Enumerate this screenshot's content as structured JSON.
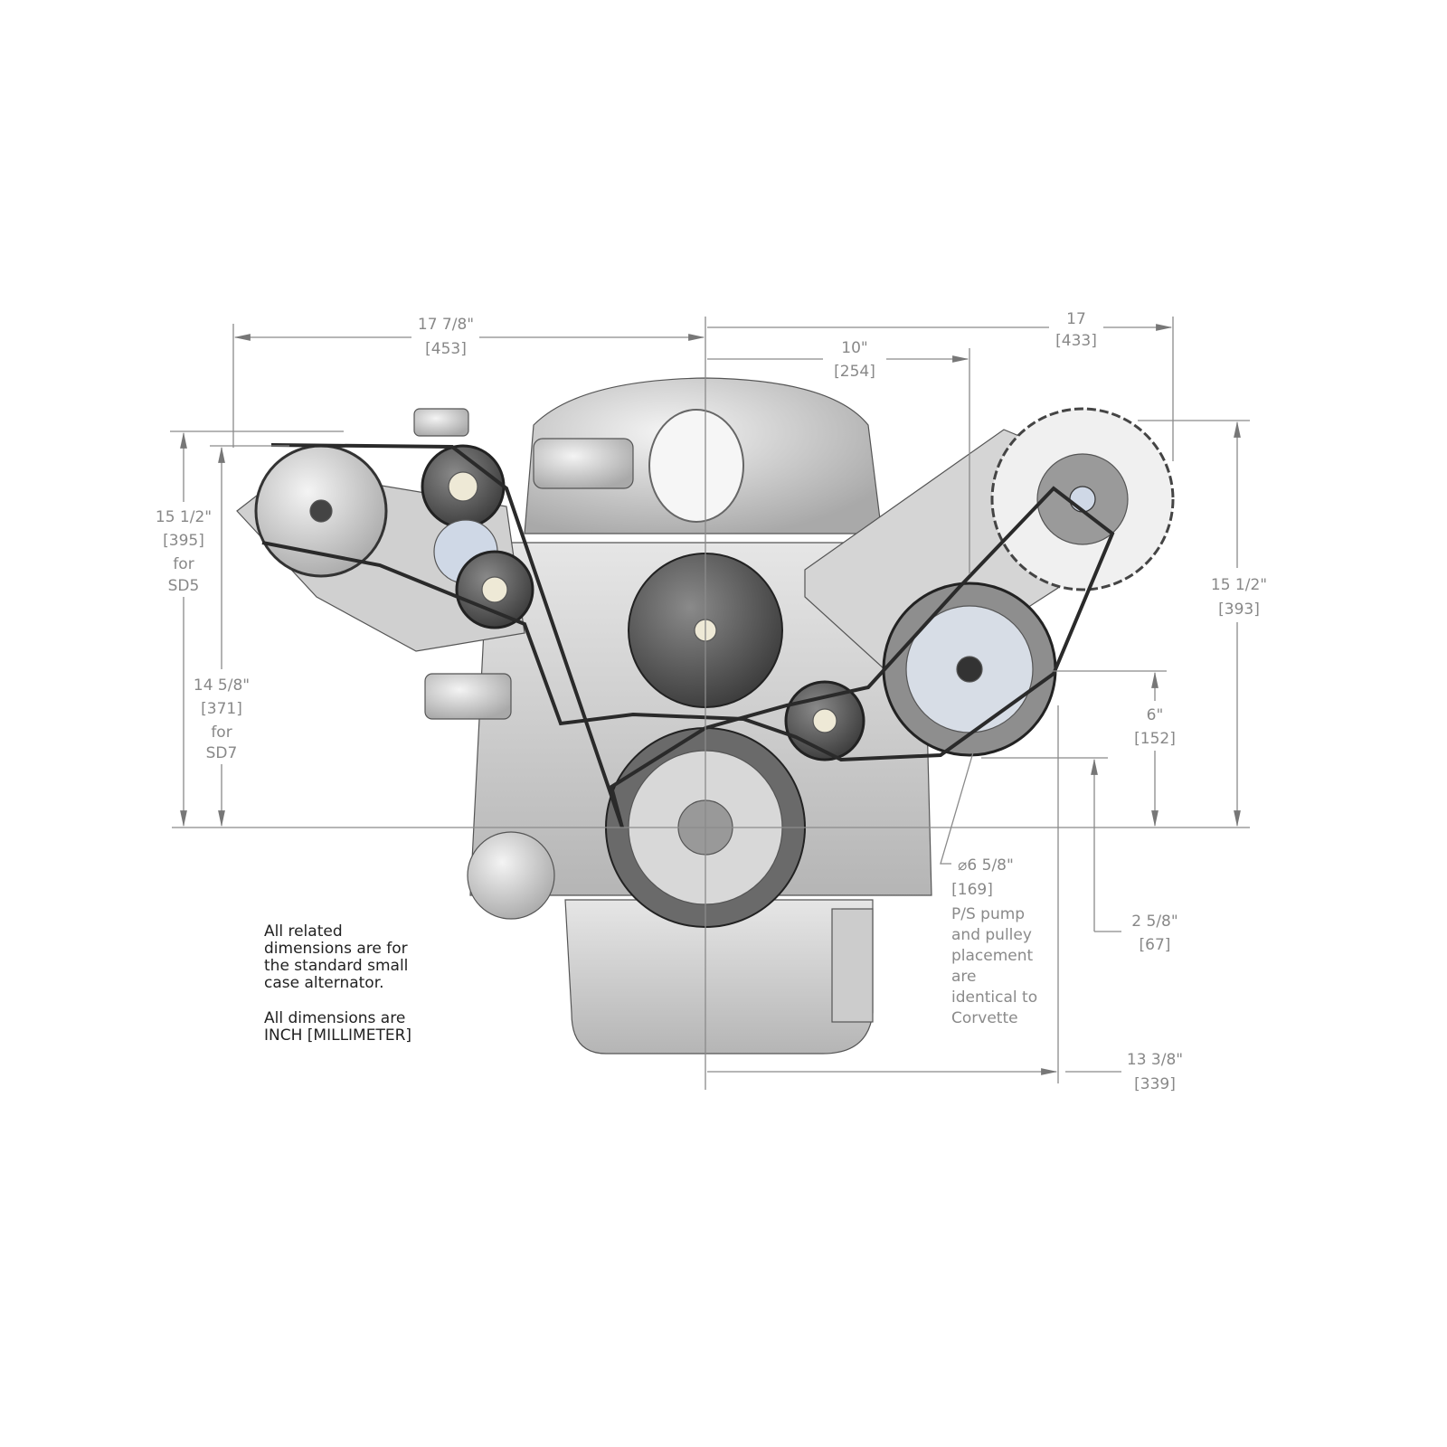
{
  "dimensions": {
    "overall_left_width": {
      "inch": "17 7/8\"",
      "mm": "[453]"
    },
    "overall_right_width": {
      "inch": "17",
      "mm": "[433]"
    },
    "center_to_bracket": {
      "inch": "10\"",
      "mm": "[254]"
    },
    "height_sd5": {
      "inch": "15 1/2\"",
      "mm": "[395]",
      "for1": "for",
      "for2": "SD5"
    },
    "height_sd7": {
      "inch": "14 5/8\"",
      "mm": "[371]",
      "for1": "for",
      "for2": "SD7"
    },
    "height_alternator": {
      "inch": "15 1/2\"",
      "mm": "[393]"
    },
    "ps_height": {
      "inch": "6\"",
      "mm": "[152]"
    },
    "ps_lower": {
      "inch": "2 5/8\"",
      "mm": "[67]"
    },
    "ps_offset": {
      "inch": "13 3/8\"",
      "mm": "[339]"
    },
    "ps_diameter": {
      "inch": "⌀6 5/8\"",
      "mm": "[169]"
    }
  },
  "ps_note": [
    "P/S pump",
    "and pulley",
    "placement",
    "are",
    "identical to",
    "Corvette"
  ],
  "notes": {
    "related": [
      "All related",
      "dimensions are for",
      "the standard small",
      "case alternator."
    ],
    "units": [
      "All dimensions are",
      "INCH [MILLIMETER]"
    ]
  },
  "colors": {
    "dimension_line": "#8a8a8a",
    "belt": "#2a2a2a",
    "metal": "#c9c9c9"
  }
}
